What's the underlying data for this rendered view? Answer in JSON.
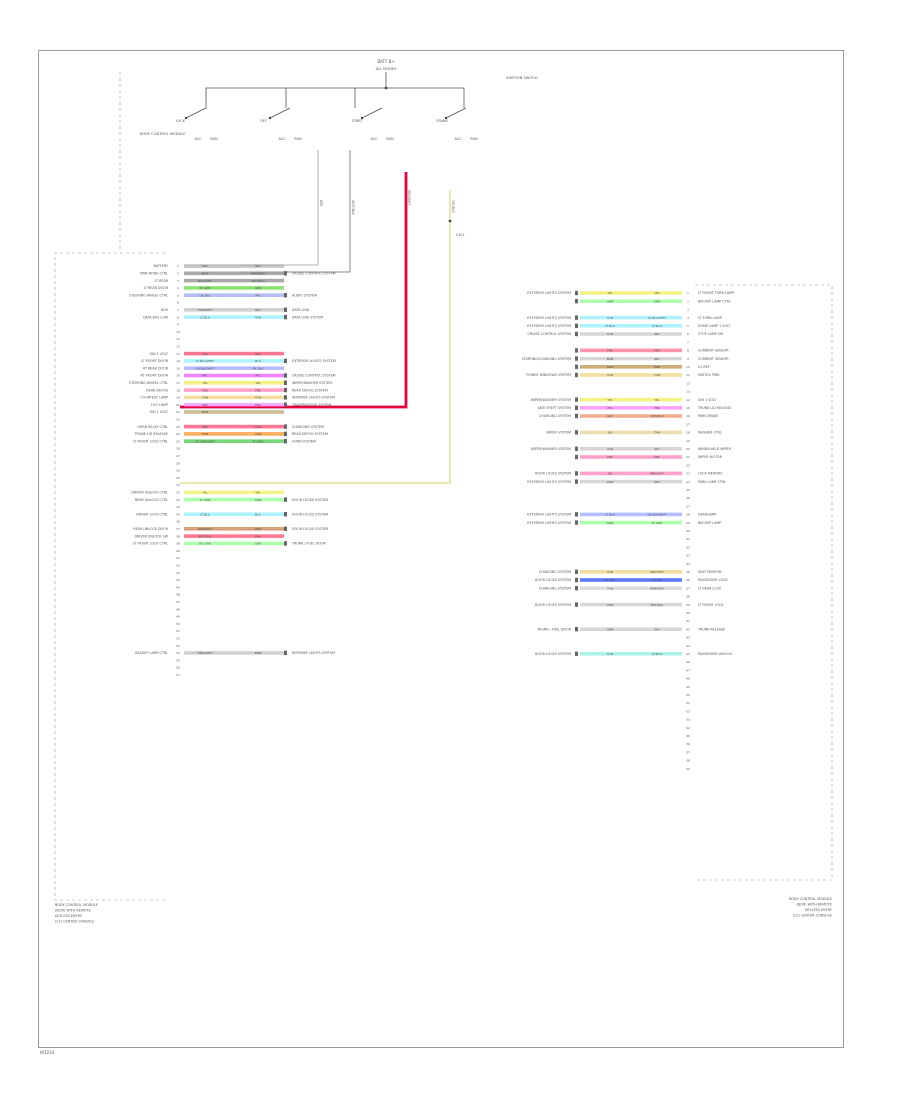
{
  "diagram": {
    "page_code": "W1234",
    "top_switch": {
      "title": "BATT B+",
      "subtitle": "ALL MODES",
      "side_label": "IGNITION SWITCH",
      "left_connector_label": "BODY CONTROL MODULE",
      "contacts": [
        {
          "label": "LOCK",
          "pos1": "ACC",
          "pos2": "RUN"
        },
        {
          "label": "OFF",
          "pos1": "ACC",
          "pos2": "RUN"
        },
        {
          "label": "START",
          "pos1": "ACC",
          "pos2": "RUN"
        },
        {
          "label": "CRANK",
          "pos1": "ACC",
          "pos2": "RUN"
        }
      ],
      "drop_wires": [
        {
          "label": "GRY",
          "color": "#b0b0b0"
        },
        {
          "label": "WHT/BLK",
          "color": "#888888"
        },
        {
          "label": "RED/WHT",
          "color": "#e8003c"
        },
        {
          "label": "YEL/BLK",
          "color": "#d8cf6a"
        }
      ],
      "splice_label": "S101"
    },
    "left_module": {
      "title_lines": [
        "BODY CONTROL MODULE",
        "(BCM) WITH REMOTE",
        "KEYLESS ENTRY",
        "(C1) CENTER CONSOLE"
      ],
      "pins": [
        {
          "func": "BATTERY",
          "wire1": "GRY",
          "wire2": "GRY",
          "dest": "",
          "color": "#b8b8b8"
        },
        {
          "func": "PWR MODE CTRL",
          "wire1": "WHT",
          "wire2": "WHT/BLK",
          "dest": "CRUISE CONTROL SYSTEM",
          "color": "#9a9a9a"
        },
        {
          "func": "LT REAR",
          "wire1": "BLK/WHT",
          "wire2": "WHT/BLK",
          "dest": "",
          "color": "#9a9a9a"
        },
        {
          "func": "LT REAR DOOR",
          "wire1": "LT GRN",
          "wire2": "GRN",
          "dest": "",
          "color": "#7cdc5c"
        },
        {
          "func": "STEERING WHEEL CTRL",
          "wire1": "DK BLU",
          "wire2": "PPL",
          "dest": "AUDIO SYSTEM",
          "color": "#a8b4ff"
        },
        {
          "func": "",
          "wire1": "",
          "wire2": "",
          "dest": "",
          "color": ""
        },
        {
          "func": "BUS",
          "wire1": "TAN/WHT",
          "wire2": "GRY",
          "dest": "DATA LINK",
          "color": "#c8c8c8"
        },
        {
          "func": "DATA BUS LOW",
          "wire1": "LT BLU",
          "wire2": "TAN",
          "dest": "DATA LINK SYSTEM",
          "color": "#a0f0ff"
        },
        {
          "func": "",
          "wire1": "",
          "wire2": "",
          "dest": "",
          "color": ""
        },
        {
          "func": "",
          "wire1": "",
          "wire2": "",
          "dest": "",
          "color": ""
        },
        {
          "func": "",
          "wire1": "",
          "wire2": "",
          "dest": "",
          "color": ""
        },
        {
          "func": "",
          "wire1": "",
          "wire2": "",
          "dest": "",
          "color": ""
        },
        {
          "func": "IGN 1 VOLT",
          "wire1": "PNK",
          "wire2": "RED",
          "dest": "",
          "color": "#ff6080"
        },
        {
          "func": "LT FRONT DOOR",
          "wire1": "LT BLU/WHT",
          "wire2": "BLU",
          "dest": "EXTERIOR LIGHTS SYSTEM",
          "color": "#a0f0ff"
        },
        {
          "func": "RT REAR DOOR",
          "wire1": "DK BLU/WHT",
          "wire2": "DK BLU",
          "dest": "",
          "color": "#aab0ff"
        },
        {
          "func": "RT FRONT DOOR",
          "wire1": "PPL",
          "wire2": "PPL",
          "dest": "CRUISE CONTROL SYSTEM",
          "color": "#ee70ff"
        },
        {
          "func": "STEERING WHEEL CTRL",
          "wire1": "YEL",
          "wire2": "YEL",
          "dest": "WIPER/WASHER SYSTEM",
          "color": "#f0f070"
        },
        {
          "func": "REAR DEFOG",
          "wire1": "PNK",
          "wire2": "PNK",
          "dest": "REAR DEFOG SYSTEM",
          "color": "#ff90c0"
        },
        {
          "func": "COURTESY LAMP",
          "wire1": "TAN",
          "wire2": "TAN",
          "dest": "INTERIOR LIGHTS SYSTEM",
          "color": "#f0d890"
        },
        {
          "func": "FOG LAMP",
          "wire1": "PNK",
          "wire2": "PNK",
          "dest": "TRANSMISSION SYSTEM",
          "color": "#ffa0ff"
        },
        {
          "func": "IGN 1 VOLT",
          "wire1": "BRN",
          "wire2": "",
          "dest": "",
          "color": "#c8b080"
        },
        {
          "func": "",
          "wire1": "",
          "wire2": "",
          "dest": "",
          "color": ""
        },
        {
          "func": "HORN RELAY CTRL",
          "wire1": "PNK",
          "wire2": "GRN",
          "dest": "CHARGING SYSTEM",
          "color": "#ff6080"
        },
        {
          "func": "TRUNK LID RELEASE",
          "wire1": "BRN",
          "wire2": "ORN",
          "dest": "REAR DEFOG SYSTEM",
          "color": "#ffa040"
        },
        {
          "func": "LT FRONT LOCK CTRL",
          "wire1": "DK GRN/WHT",
          "wire2": "LT GRN",
          "dest": "HORN SYSTEM",
          "color": "#60d060"
        },
        {
          "func": "",
          "wire1": "",
          "wire2": "",
          "dest": "",
          "color": ""
        },
        {
          "func": "",
          "wire1": "",
          "wire2": "",
          "dest": "",
          "color": ""
        },
        {
          "func": "",
          "wire1": "",
          "wire2": "",
          "dest": "",
          "color": ""
        },
        {
          "func": "",
          "wire1": "",
          "wire2": "",
          "dest": "",
          "color": ""
        },
        {
          "func": "",
          "wire1": "",
          "wire2": "",
          "dest": "",
          "color": ""
        },
        {
          "func": "",
          "wire1": "",
          "wire2": "",
          "dest": "",
          "color": ""
        },
        {
          "func": "DRIVER UNLOCK CTRL",
          "wire1": "YEL",
          "wire2": "YEL",
          "dest": "",
          "color": "#f0f070"
        },
        {
          "func": "REAR UNLOCK CTRL",
          "wire1": "LT GRN",
          "wire2": "GRN",
          "dest": "DOOR LOCKS SYSTEM",
          "color": "#a0ffa0"
        },
        {
          "func": "",
          "wire1": "",
          "wire2": "",
          "dest": "",
          "color": ""
        },
        {
          "func": "DRIVER LOCK CTRL",
          "wire1": "LT BLU",
          "wire2": "BLU",
          "dest": "DOOR LOCKS SYSTEM",
          "color": "#a0f0ff"
        },
        {
          "func": "",
          "wire1": "",
          "wire2": "",
          "dest": "",
          "color": ""
        },
        {
          "func": "REAR UNLOCK DOOR",
          "wire1": "BRN/WHT",
          "wire2": "RED",
          "dest": "DOOR LOCKS SYSTEM",
          "color": "#d09060"
        },
        {
          "func": "DRIVER UNLOCK SW",
          "wire1": "RED/BLK",
          "wire2": "PNK",
          "dest": "",
          "color": "#ff6080"
        },
        {
          "func": "LT FRONT LOCK CTRL",
          "wire1": "DK GRN",
          "wire2": "GRN",
          "dest": "TRUNK / FUEL DOOR",
          "color": "#a0ffa0"
        },
        {
          "func": "",
          "wire1": "",
          "wire2": "",
          "dest": "",
          "color": ""
        },
        {
          "func": "",
          "wire1": "",
          "wire2": "",
          "dest": "",
          "color": ""
        },
        {
          "func": "",
          "wire1": "",
          "wire2": "",
          "dest": "",
          "color": ""
        },
        {
          "func": "",
          "wire1": "",
          "wire2": "",
          "dest": "",
          "color": ""
        },
        {
          "func": "",
          "wire1": "",
          "wire2": "",
          "dest": "",
          "color": ""
        },
        {
          "func": "",
          "wire1": "",
          "wire2": "",
          "dest": "",
          "color": ""
        },
        {
          "func": "",
          "wire1": "",
          "wire2": "",
          "dest": "",
          "color": ""
        },
        {
          "func": "",
          "wire1": "",
          "wire2": "",
          "dest": "",
          "color": ""
        },
        {
          "func": "",
          "wire1": "",
          "wire2": "",
          "dest": "",
          "color": ""
        },
        {
          "func": "",
          "wire1": "",
          "wire2": "",
          "dest": "",
          "color": ""
        },
        {
          "func": "",
          "wire1": "",
          "wire2": "",
          "dest": "",
          "color": ""
        },
        {
          "func": "",
          "wire1": "",
          "wire2": "",
          "dest": "",
          "color": ""
        },
        {
          "func": "",
          "wire1": "",
          "wire2": "",
          "dest": "",
          "color": ""
        },
        {
          "func": "",
          "wire1": "",
          "wire2": "",
          "dest": "",
          "color": ""
        },
        {
          "func": "BACKUP LAMP CTRL",
          "wire1": "PNK/WHT",
          "wire2": "BRN",
          "dest": "INTERIOR LIGHTS SYSTEM",
          "color": "#c8c8c8"
        },
        {
          "func": "",
          "wire1": "",
          "wire2": "",
          "dest": "",
          "color": ""
        },
        {
          "func": "",
          "wire1": "",
          "wire2": "",
          "dest": "",
          "color": ""
        },
        {
          "func": "",
          "wire1": "",
          "wire2": "",
          "dest": "",
          "color": ""
        }
      ]
    },
    "right_module": {
      "title_lines": [
        "BODY CONTROL MODULE",
        "(BCM) WITH REMOTE",
        "KEYLESS ENTRY",
        "(C2) CENTER CONSOLE"
      ],
      "pins": [
        {
          "src": "EXTERIOR LIGHTS SYSTEM",
          "wire1": "YEL",
          "wire2": "YEL",
          "func": "LT FRONT TURN LAMP",
          "color": "#f0f070"
        },
        {
          "src": "",
          "wire1": "GRN",
          "wire2": "GRN",
          "func": "BACKUP LAMP CTRL",
          "color": "#a0ffa0"
        },
        {
          "src": "",
          "wire1": "",
          "wire2": "",
          "func": "",
          "color": ""
        },
        {
          "src": "EXTERIOR LIGHTS SYSTEM",
          "wire1": "TAN",
          "wire2": "LT BLU/WHT",
          "func": "LT TURN LAMP",
          "color": "#a0f0ff"
        },
        {
          "src": "EXTERIOR LIGHTS SYSTEM",
          "wire1": "LT BLU",
          "wire2": "LT BLU",
          "func": "DOME LAMP 1 VOLT",
          "color": "#a0f0ff"
        },
        {
          "src": "CRUISE CONTROL SYSTEM",
          "wire1": "TAN",
          "wire2": "GRY",
          "func": "STOP LAMP SW",
          "color": "#d0d0d0"
        },
        {
          "src": "",
          "wire1": "",
          "wire2": "",
          "func": "",
          "color": ""
        },
        {
          "src": "",
          "wire1": "PNK",
          "wire2": "PNK",
          "func": "CURRENT SENSOR",
          "color": "#ff80a0"
        },
        {
          "src": "STARTING/CHARGING SYSTEM",
          "wire1": "BRN",
          "wire2": "GRY",
          "func": "CURRENT SENSOR",
          "color": "#d0d0d0"
        },
        {
          "src": "",
          "wire1": "BRN",
          "wire2": "BRN",
          "func": "LO REF",
          "color": "#c8a060"
        },
        {
          "src": "POWER WINDOWS SYSTEM",
          "wire1": "TAN",
          "wire2": "TAN",
          "func": "SWITCH PWR",
          "color": "#f0d890"
        },
        {
          "src": "",
          "wire1": "",
          "wire2": "",
          "func": "",
          "color": ""
        },
        {
          "src": "",
          "wire1": "",
          "wire2": "",
          "func": "",
          "color": ""
        },
        {
          "src": "WIPER/WASHER SYSTEM",
          "wire1": "YEL",
          "wire2": "YEL",
          "func": "IGN 1 VOLT",
          "color": "#f0f070"
        },
        {
          "src": "ANTI-THEFT SYSTEM",
          "wire1": "PPL",
          "wire2": "PNK",
          "func": "TRUNK LID RELEASE",
          "color": "#ff90ff"
        },
        {
          "src": "CHARGING SYSTEM",
          "wire1": "GRY",
          "wire2": "ORN/BLK",
          "func": "PARK BRAKE",
          "color": "#f0a080"
        },
        {
          "src": "",
          "wire1": "",
          "wire2": "",
          "func": "",
          "color": ""
        },
        {
          "src": "WIPER SYSTEM",
          "wire1": "DK",
          "wire2": "TAN",
          "func": "WASHER CTRL",
          "color": "#e8d8a0"
        },
        {
          "src": "",
          "wire1": "",
          "wire2": "",
          "func": "",
          "color": ""
        },
        {
          "src": "WIPER/WASHER SYSTEM",
          "wire1": "TAN",
          "wire2": "GRY",
          "func": "WINDSHIELD WIPER",
          "color": "#d0d0d0"
        },
        {
          "src": "",
          "wire1": "PNK",
          "wire2": "PNK",
          "func": "WIPER MOTOR",
          "color": "#ff90c0"
        },
        {
          "src": "",
          "wire1": "",
          "wire2": "",
          "func": "",
          "color": ""
        },
        {
          "src": "DOOR LOCKS SYSTEM",
          "wire1": "YEL",
          "wire2": "PNK/WHT",
          "func": "LOCK MEMORY",
          "color": "#ff90c0"
        },
        {
          "src": "EXTERIOR LIGHTS SYSTEM",
          "wire1": "GRN",
          "wire2": "GRY",
          "func": "PARK LAMP CTRL",
          "color": "#d0d0d0"
        },
        {
          "src": "",
          "wire1": "",
          "wire2": "",
          "func": "",
          "color": ""
        },
        {
          "src": "",
          "wire1": "",
          "wire2": "",
          "func": "",
          "color": ""
        },
        {
          "src": "",
          "wire1": "",
          "wire2": "",
          "func": "",
          "color": ""
        },
        {
          "src": "EXTERIOR LIGHTS SYSTEM",
          "wire1": "LT BLU",
          "wire2": "DK BLU/WHT",
          "func": "HEADLAMP",
          "color": "#a8b4ff"
        },
        {
          "src": "EXTERIOR LIGHTS SYSTEM",
          "wire1": "GRN",
          "wire2": "LT GRN",
          "func": "BACKUP LAMP",
          "color": "#a0ffa0"
        },
        {
          "src": "",
          "wire1": "",
          "wire2": "",
          "func": "",
          "color": ""
        },
        {
          "src": "",
          "wire1": "",
          "wire2": "",
          "func": "",
          "color": ""
        },
        {
          "src": "",
          "wire1": "",
          "wire2": "",
          "func": "",
          "color": ""
        },
        {
          "src": "",
          "wire1": "",
          "wire2": "",
          "func": "",
          "color": ""
        },
        {
          "src": "",
          "wire1": "",
          "wire2": "",
          "func": "",
          "color": ""
        },
        {
          "src": "CHARGING SYSTEM",
          "wire1": "TAN",
          "wire2": "PNK/WHT",
          "func": "SEAT MEMORY",
          "color": "#f0d890"
        },
        {
          "src": "DOOR LOCKS SYSTEM",
          "wire1": "DK BLU",
          "wire2": "DK BLU",
          "func": "PASSENGER LOCK",
          "color": "#4060ff"
        },
        {
          "src": "CHARGING SYSTEM",
          "wire1": "TAN",
          "wire2": "BRN/WHT",
          "func": "LT REAR LOCK",
          "color": "#d8d8d8"
        },
        {
          "src": "",
          "wire1": "",
          "wire2": "",
          "func": "",
          "color": ""
        },
        {
          "src": "DOOR LOCKS SYSTEM",
          "wire1": "GRN",
          "wire2": "PNK/BLK",
          "func": "LT FRONT LOCK",
          "color": "#d0d0d0"
        },
        {
          "src": "",
          "wire1": "",
          "wire2": "",
          "func": "",
          "color": ""
        },
        {
          "src": "",
          "wire1": "",
          "wire2": "",
          "func": "",
          "color": ""
        },
        {
          "src": "TRUNK / FUEL DOOR",
          "wire1": "GRN",
          "wire2": "GRY",
          "func": "TRUNK RELEASE",
          "color": "#d0d0d0"
        },
        {
          "src": "",
          "wire1": "",
          "wire2": "",
          "func": "",
          "color": ""
        },
        {
          "src": "",
          "wire1": "",
          "wire2": "",
          "func": "",
          "color": ""
        },
        {
          "src": "DOOR LOCKS SYSTEM",
          "wire1": "TAN",
          "wire2": "LT BLU",
          "func": "PASSENGER UNLOCK",
          "color": "#a0f0e0"
        },
        {
          "src": "",
          "wire1": "",
          "wire2": "",
          "func": "",
          "color": ""
        },
        {
          "src": "",
          "wire1": "",
          "wire2": "",
          "func": "",
          "color": ""
        },
        {
          "src": "",
          "wire1": "",
          "wire2": "",
          "func": "",
          "color": ""
        },
        {
          "src": "",
          "wire1": "",
          "wire2": "",
          "func": "",
          "color": ""
        },
        {
          "src": "",
          "wire1": "",
          "wire2": "",
          "func": "",
          "color": ""
        },
        {
          "src": "",
          "wire1": "",
          "wire2": "",
          "func": "",
          "color": ""
        },
        {
          "src": "",
          "wire1": "",
          "wire2": "",
          "func": "",
          "color": ""
        },
        {
          "src": "",
          "wire1": "",
          "wire2": "",
          "func": "",
          "color": ""
        },
        {
          "src": "",
          "wire1": "",
          "wire2": "",
          "func": "",
          "color": ""
        },
        {
          "src": "",
          "wire1": "",
          "wire2": "",
          "func": "",
          "color": ""
        },
        {
          "src": "",
          "wire1": "",
          "wire2": "",
          "func": "",
          "color": ""
        },
        {
          "src": "",
          "wire1": "",
          "wire2": "",
          "func": "",
          "color": ""
        },
        {
          "src": "",
          "wire1": "",
          "wire2": "",
          "func": "",
          "color": ""
        },
        {
          "src": "",
          "wire1": "",
          "wire2": "",
          "func": "",
          "color": ""
        }
      ]
    }
  }
}
